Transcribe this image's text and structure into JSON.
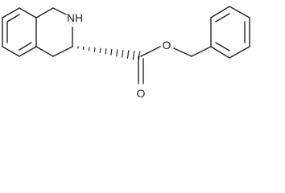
{
  "molecule": {
    "atom_labels": {
      "amine": "NH",
      "ester_oxygen": "O",
      "carbonyl_oxygen": "O"
    },
    "stereo_bond": "hashed-wedge",
    "colors": {
      "bond": "#222222",
      "background": "#ffffff"
    }
  }
}
